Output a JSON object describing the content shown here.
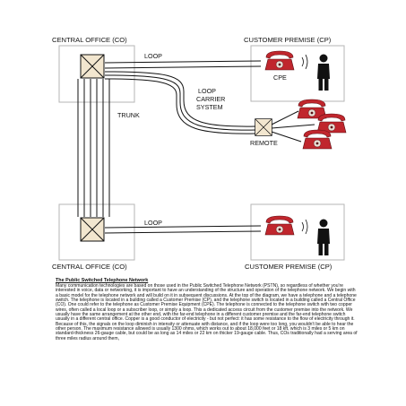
{
  "diagram": {
    "central_office_top": "CENTRAL OFFICE (CO)",
    "customer_premise_top": "CUSTOMER PREMISE (CP)",
    "loop_top": "LOOP",
    "cpe": "CPE",
    "loop_carrier_system": [
      "LOOP",
      "CARRIER",
      "SYSTEM"
    ],
    "trunk": "TRUNK",
    "remote": "REMOTE",
    "loop_bottom": "LOOP",
    "central_office_bottom": "CENTRAL OFFICE (CO)",
    "customer_premise_bottom": "CUSTOMER PREMISE (CP)",
    "colors": {
      "phone_red": "#c0262d",
      "switch_fill": "#f2e6cf",
      "line": "#111111"
    }
  },
  "article": {
    "title": "The Public Switched Telephone Network",
    "body": "Many communication technologies are based on those used in the Public Switched Telephone Network (PSTN), so regardless of whether you're interested in voice, data or networking, it is important to have an understanding of the structure and operation of the telephone network. We begin with a basic model for the telephone network and will build on it in subsequent discussions. At the top of the diagram, we have a telephone and a telephone switch. The telephone is located in a building called a Customer Premise (CP), and the telephone switch is located in a building called a Central Office (CO). One could refer to the telephone as Customer Premise Equipment (CPE). The telephone is connected to the telephone switch with two copper wires, often called a local loop or a subscriber loop, or simply a loop. This a dedicated access circuit from the customer premise into the network. We usually have the same arrangement at the other end, with the far-end telephone in a different customer premise and the far-end telephone switch usually in a different central office. Copper is a good conductor of electricity - but not perfect: it has some resistance to the flow of electricity through it. Because of this, the signals on the loop diminish in intensity or attenuate with distance, and if the loop were too long, you wouldn't be able to hear the other person. The maximum resistance allowed is usually 1300 ohms, which works out to about 18,000 feet or 18 kft, which is 3 miles or 5 km on standard-thickness 26-gauge cable, but could be as long as 14 miles or 22 km on thicker 19-gauge cable. Thus, COs traditionally had a serving area of three miles radius around them,"
  }
}
